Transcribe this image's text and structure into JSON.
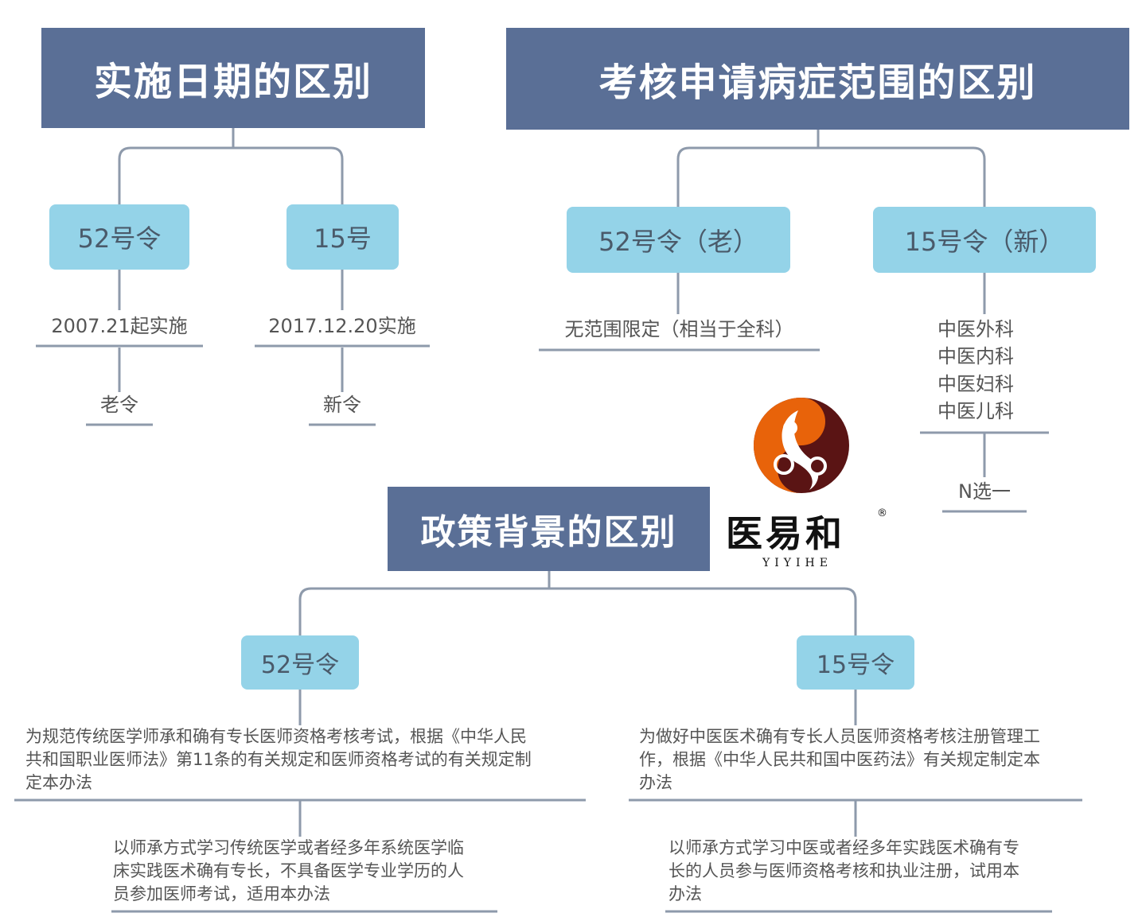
{
  "section1": {
    "title": "实施日期的区别",
    "left": {
      "node": "52号令",
      "date": "2007.21起实施",
      "tag": "老令"
    },
    "right": {
      "node": "15号",
      "date": "2017.12.20实施",
      "tag": "新令"
    }
  },
  "section2": {
    "title": "考核申请病症范围的区别",
    "left": {
      "node": "52号令（老）",
      "desc": "无范围限定（相当于全科）"
    },
    "right": {
      "node": "15号令（新）",
      "items": [
        "中医外科",
        "中医内科",
        "中医妇科",
        "中医儿科"
      ],
      "note": "N选一"
    }
  },
  "section3": {
    "title": "政策背景的区别",
    "left": {
      "node": "52号令",
      "para1": [
        "为规范传统医学师承和确有专长医师资格考核考试，根据《中华人民",
        "共和国职业医师法》第11条的有关规定和医师资格考试的有关规定制",
        "定本办法"
      ],
      "para2": [
        "以师承方式学习传统医学或者经多年系统医学临",
        "床实践医术确有专长，不具备医学专业学历的人",
        "员参加医师考试，适用本办法"
      ]
    },
    "right": {
      "node": "15号令",
      "para1": [
        "为做好中医医术确有专长人员医师资格考核注册管理工",
        "作，根据《中华人民共和国中医药法》有关规定制定本",
        "办法"
      ],
      "para2": [
        "以师承方式学习中医或者经多年实践医术确有专",
        "长的人员参与医师资格考核和执业注册，试用本",
        "办法"
      ]
    }
  },
  "logo": {
    "name": "医易和",
    "reg": "®",
    "sub": "YIYIHE"
  },
  "colors": {
    "header": "#5a6f96",
    "node": "#94d3e8",
    "line": "#8e9aab",
    "logo_orange": "#e8630a",
    "logo_dark": "#5a1414"
  }
}
